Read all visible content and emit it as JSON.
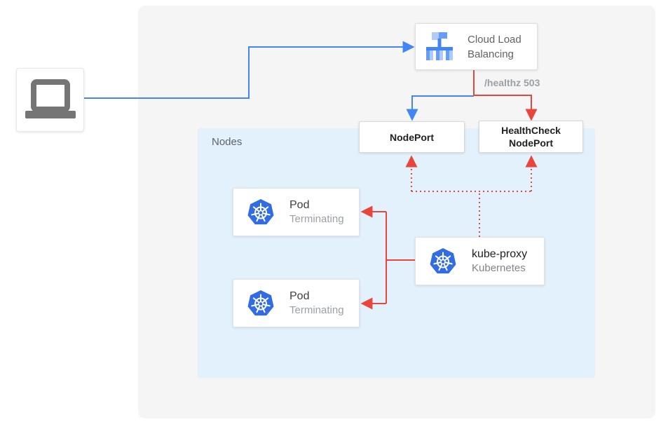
{
  "colors": {
    "traffic_blue": "#4285F4",
    "health_red": "#E8453C",
    "kubernetes_blue": "#326CE5",
    "panel_background": "#F5F5F5",
    "nodes_background": "#E3F1FC"
  },
  "client": {
    "icon": "laptop-icon"
  },
  "cloud_load_balancing": {
    "label": "Cloud Load Balancing",
    "icon": "cloud-load-balancing-icon"
  },
  "health_check_label": "/healthz 503",
  "nodes_group": {
    "label": "Nodes"
  },
  "node_port": {
    "label": "NodePort"
  },
  "health_check_node_port": {
    "label": "HealthCheck NodePort"
  },
  "pods": [
    {
      "title": "Pod",
      "status": "Terminating",
      "icon": "kubernetes-icon"
    },
    {
      "title": "Pod",
      "status": "Terminating",
      "icon": "kubernetes-icon"
    }
  ],
  "kube_proxy": {
    "title": "kube-proxy",
    "subtitle": "Kubernetes",
    "icon": "kubernetes-icon"
  }
}
